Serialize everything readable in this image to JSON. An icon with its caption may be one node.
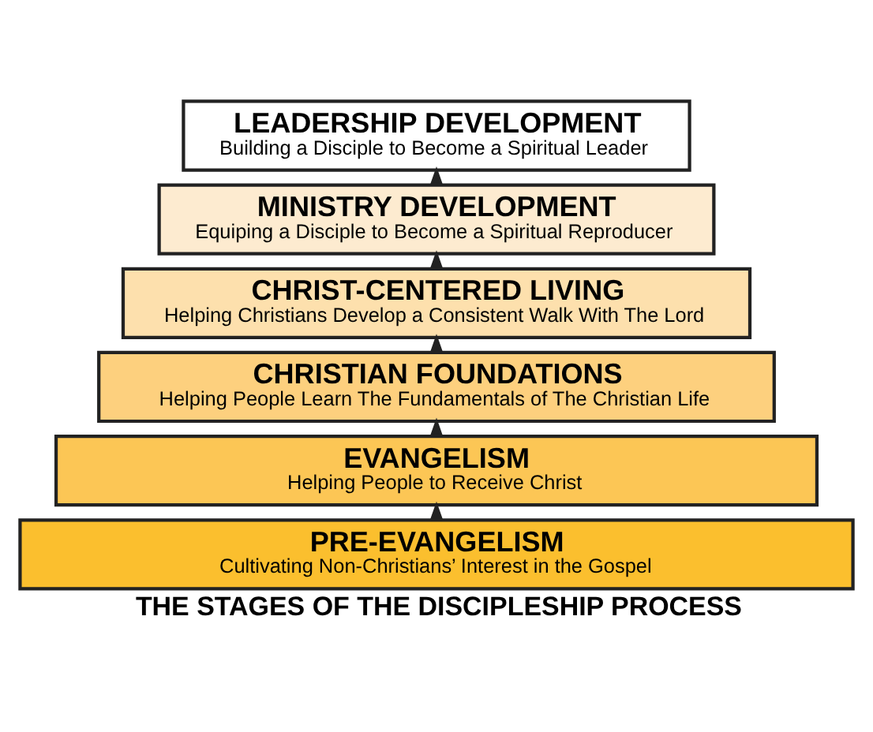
{
  "diagram": {
    "caption": "THE STAGES OF THE DISCIPLESHIP PROCESS",
    "nodes": [
      {
        "text": [
          "LEADERSHIP DEVELOPMENT",
          "Building a Disciple to Become a Spiritual Leader"
        ]
      },
      {
        "text": [
          "MINISTRY DEVELOPMENT",
          "Equiping a Disciple to Become a Spiritual Reproducer"
        ]
      },
      {
        "text": [
          "CHRIST-CENTERED LIVING",
          "Helping Christians Develop a Consistent Walk With The Lord"
        ]
      },
      {
        "text": [
          "CHRISTIAN FOUNDATIONS",
          "Helping People Learn The Fundamentals of The Christian Life"
        ]
      },
      {
        "text": [
          "EVANGELISM",
          "Helping People to Receive Christ"
        ]
      },
      {
        "text": [
          "PRE-EVANGELISM",
          "Cultivating Non-Christians’ Interest in the Gospel"
        ]
      }
    ],
    "edges": [
      {
        "from": 5,
        "to": 4,
        "arrow": "to"
      },
      {
        "from": 4,
        "to": 3,
        "arrow": "to"
      },
      {
        "from": 3,
        "to": 2,
        "arrow": "to"
      },
      {
        "from": 2,
        "to": 1,
        "arrow": "to"
      },
      {
        "from": 1,
        "to": 0,
        "arrow": "to"
      }
    ]
  }
}
